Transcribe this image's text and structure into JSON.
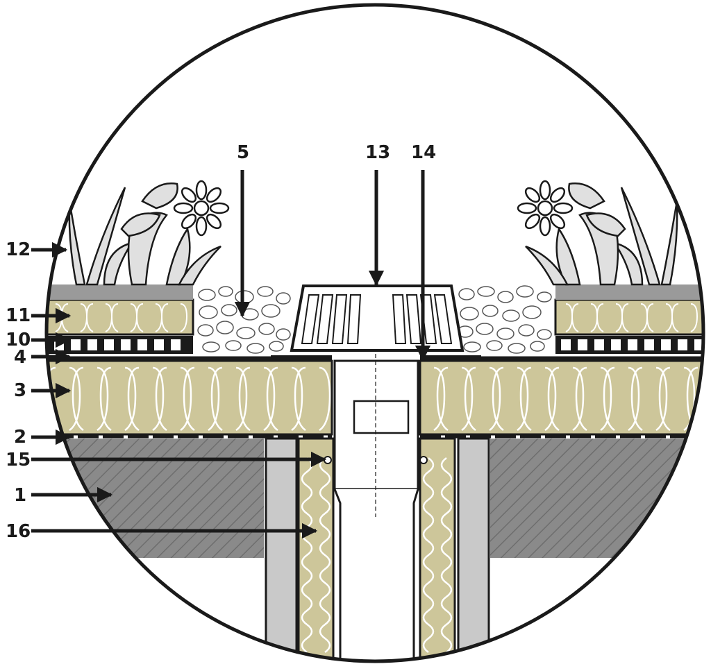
{
  "callouts": {
    "c1": "1",
    "c2": "2",
    "c3": "3",
    "c4": "4",
    "c5": "5",
    "c10": "10",
    "c11": "11",
    "c12": "12",
    "c13": "13",
    "c14": "14",
    "c15": "15",
    "c16": "16"
  },
  "colors": {
    "insulation": "#cdc69a",
    "concrete": "#8a8a8a",
    "membrane": "#1a1a1a",
    "soil": "#9a9a9a",
    "pipe": "#ffffff",
    "column": "#c9c9c9",
    "outline": "#1a1a1a"
  }
}
